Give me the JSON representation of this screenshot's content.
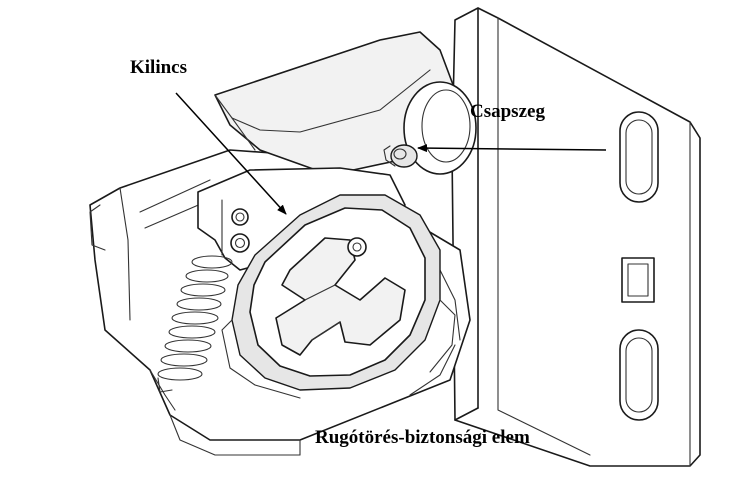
{
  "diagram": {
    "labels": {
      "handle": "Kilincs",
      "pin": "Csapszeg",
      "spring_safety": "Rugótörés-biztonsági elem"
    }
  }
}
